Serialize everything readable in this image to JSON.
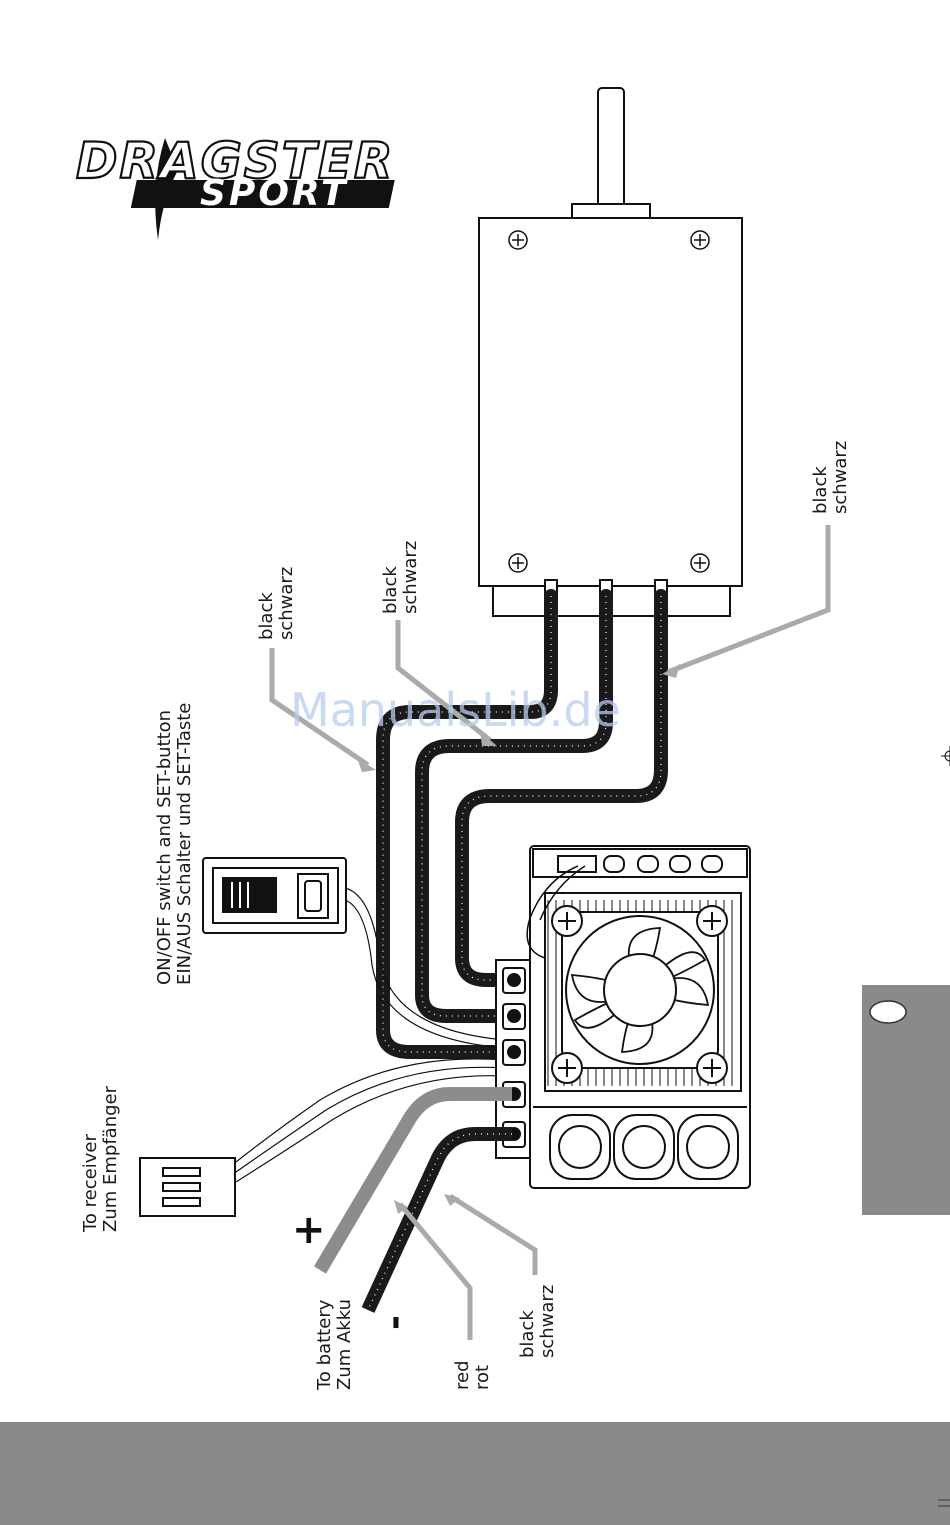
{
  "logo": {
    "main": "DRAGSTER",
    "sub": "SPORT"
  },
  "watermark": "ManualsLib.de",
  "labels": {
    "motor_wire_left": {
      "en": "black",
      "de": "schwarz"
    },
    "motor_wire_middle": {
      "en": "black",
      "de": "schwarz"
    },
    "motor_wire_right": {
      "en": "black",
      "de": "schwarz"
    },
    "switch": {
      "en": "ON/OFF switch and SET-button",
      "de": "EIN/AUS Schalter und SET-Taste"
    },
    "receiver": {
      "en": "To receiver",
      "de": "Zum Empfänger"
    },
    "battery": {
      "en": "To battery",
      "de": "Zum Akku"
    },
    "battery_red": {
      "en": "red",
      "de": "rot"
    },
    "battery_black": {
      "en": "black",
      "de": "schwarz"
    }
  },
  "polarity": {
    "plus": "+",
    "minus": "-"
  },
  "colors": {
    "footer_bar": "#8a8a8a",
    "side_tab": "#8a8a8a",
    "wire_black": "#1a1a1a",
    "wire_red_shown_gray": "#8c8c8c",
    "leader_lines": "#aaaaaa"
  }
}
